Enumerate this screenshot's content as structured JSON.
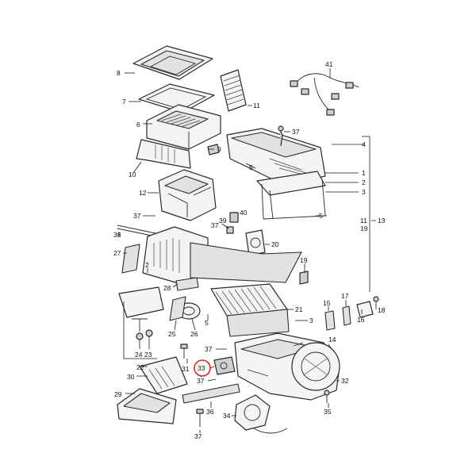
{
  "diagram": {
    "callouts": [
      {
        "id": "c8",
        "text": "8"
      },
      {
        "id": "c7",
        "text": "7"
      },
      {
        "id": "c6",
        "text": "6"
      },
      {
        "id": "c11",
        "text": "11"
      },
      {
        "id": "c41",
        "text": "41"
      },
      {
        "id": "c37a",
        "text": "37"
      },
      {
        "id": "c4",
        "text": "4"
      },
      {
        "id": "c9",
        "text": "9"
      },
      {
        "id": "c10",
        "text": "10"
      },
      {
        "id": "c5a",
        "text": "5"
      },
      {
        "id": "c1",
        "text": "1"
      },
      {
        "id": "c2",
        "text": "2"
      },
      {
        "id": "c3a",
        "text": "3"
      },
      {
        "id": "c12",
        "text": "12"
      },
      {
        "id": "c37b",
        "text": "37"
      },
      {
        "id": "c5b",
        "text": "5"
      },
      {
        "id": "c11b",
        "text": "11"
      },
      {
        "id": "c13",
        "text": "13"
      },
      {
        "id": "c19a",
        "text": "19"
      },
      {
        "id": "c37c",
        "text": "37"
      },
      {
        "id": "c39",
        "text": "39"
      },
      {
        "id": "c40",
        "text": "40"
      },
      {
        "id": "c38",
        "text": "38"
      },
      {
        "id": "c20",
        "text": "20"
      },
      {
        "id": "c27",
        "text": "27"
      },
      {
        "id": "c2b",
        "text": "2"
      },
      {
        "id": "c19b",
        "text": "19"
      },
      {
        "id": "c28",
        "text": "28"
      },
      {
        "id": "c21",
        "text": "21"
      },
      {
        "id": "c15",
        "text": "15"
      },
      {
        "id": "c17",
        "text": "17"
      },
      {
        "id": "c16",
        "text": "16"
      },
      {
        "id": "c18",
        "text": "18"
      },
      {
        "id": "c5c",
        "text": "5"
      },
      {
        "id": "c3b",
        "text": "3"
      },
      {
        "id": "c26",
        "text": "26"
      },
      {
        "id": "c25",
        "text": "25"
      },
      {
        "id": "c24",
        "text": "24"
      },
      {
        "id": "c23",
        "text": "23"
      },
      {
        "id": "c37d",
        "text": "37"
      },
      {
        "id": "c14",
        "text": "14"
      },
      {
        "id": "c22",
        "text": "22"
      },
      {
        "id": "c31",
        "text": "31"
      },
      {
        "id": "c33",
        "text": "33"
      },
      {
        "id": "c30",
        "text": "30"
      },
      {
        "id": "c37e",
        "text": "37"
      },
      {
        "id": "c32",
        "text": "32"
      },
      {
        "id": "c29",
        "text": "29"
      },
      {
        "id": "c36",
        "text": "36"
      },
      {
        "id": "c35",
        "text": "35"
      },
      {
        "id": "c34",
        "text": "34"
      },
      {
        "id": "c37f",
        "text": "37"
      }
    ],
    "highlight": {
      "callout": "33",
      "color": "#e2231a"
    }
  }
}
